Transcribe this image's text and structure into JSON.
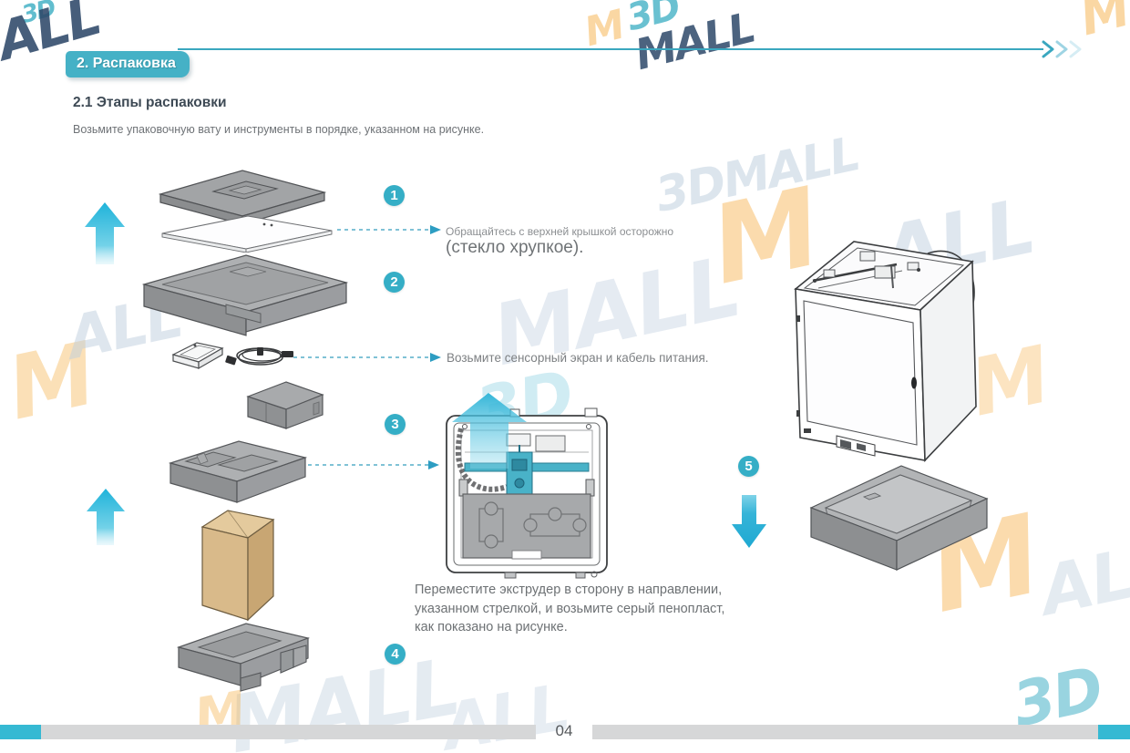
{
  "header": {
    "section_badge": "2. Распаковка"
  },
  "content": {
    "subsection_title": "2.1 Этапы распаковки",
    "intro_text": "Возьмите упаковочную вату и инструменты в порядке, указанном на рисунке."
  },
  "steps": [
    {
      "number": "1"
    },
    {
      "number": "2"
    },
    {
      "number": "3"
    },
    {
      "number": "4"
    },
    {
      "number": "5"
    }
  ],
  "annotations": {
    "top_cover_line1": "Обращайтесь с верхней крышкой осторожно",
    "top_cover_line2": "(стекло хрупкое).",
    "screen_cable": "Возьмите сенсорный экран и кабель питания.",
    "extruder_line1": "Переместите экструдер в сторону в направлении,",
    "extruder_line2": " указанном стрелкой, и возьмите серый пенопласт,",
    "extruder_line3": "как показано на рисунке."
  },
  "footer": {
    "page_number": "04"
  },
  "watermark": {
    "brand": "3DMALL",
    "d3": "3D",
    "mall": "MALL",
    "m": "M",
    "all": "ALL"
  },
  "colors": {
    "accent_teal": "#3fb0c6",
    "arrow_teal": "#2fb4d9",
    "foam_gray": "#a9abad",
    "cardboard_tan": "#d8b98c",
    "footer_teal": "#35b9d3",
    "footer_gray": "#d6d7d8",
    "watermark_orange": "#f4a632",
    "watermark_gray": "#becdda",
    "watermark_navy": "#2d4869"
  }
}
